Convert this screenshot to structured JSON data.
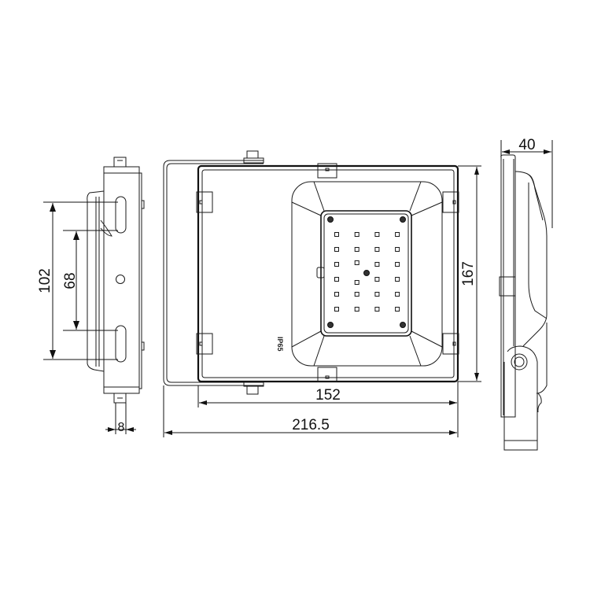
{
  "drawing": {
    "units": "",
    "dimensions": {
      "front_width_body": "152",
      "front_width_overall": "216.5",
      "front_height": "167",
      "side_slot_outer": "102",
      "side_slot_inner": "68",
      "side_slot_width": "8",
      "profile_depth": "40"
    },
    "marking": "IP65",
    "led_grid": {
      "rows": 6,
      "cols": 4
    }
  }
}
